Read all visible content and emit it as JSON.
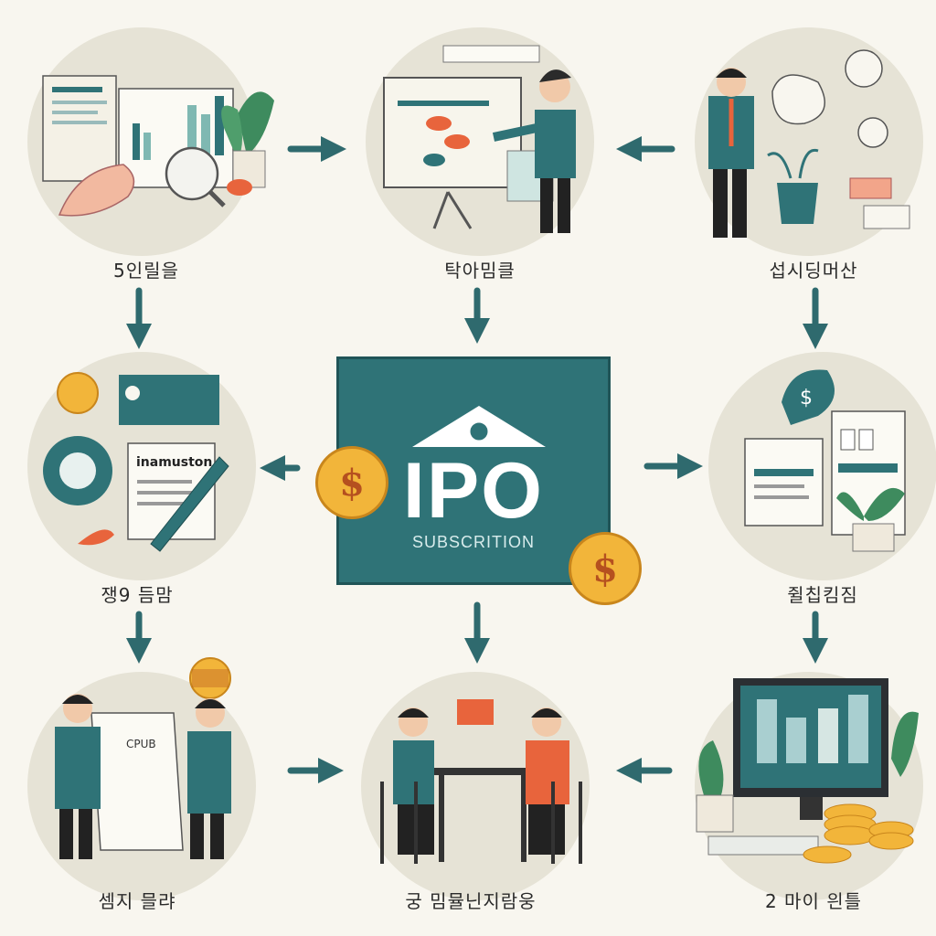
{
  "center": {
    "title": "IPO",
    "subtitle": "SUBSCRITION",
    "coin_symbol": "$"
  },
  "steps": [
    {
      "id": "top-left",
      "label": "5인릴을",
      "icon": "document-magnifier-icon"
    },
    {
      "id": "top-middle",
      "label": "탁아밈클",
      "icon": "presentation-icon"
    },
    {
      "id": "top-right",
      "label": "섭시딩머산",
      "icon": "thinking-man-icon"
    },
    {
      "id": "middle-left",
      "label": "쟁9 듬맘",
      "icon": "pen-form-icon",
      "doc_text": "inamuston"
    },
    {
      "id": "middle-right",
      "label": "쥘칩킴짐",
      "icon": "documents-plant-icon"
    },
    {
      "id": "bottom-left",
      "label": "셈지 믈랴",
      "icon": "handshake-document-icon",
      "doc_text": "CPUB"
    },
    {
      "id": "bottom-middle",
      "label": "궁 밈뮬닌지람웅",
      "icon": "meeting-table-icon"
    },
    {
      "id": "bottom-right",
      "label": "2  마이 읜틀",
      "icon": "computer-coins-icon"
    }
  ],
  "colors": {
    "teal": "#2f7377",
    "background": "#f8f6ef",
    "circle": "#e6e3d6",
    "accent_orange": "#e8643c",
    "coin": "#f2b53a"
  }
}
